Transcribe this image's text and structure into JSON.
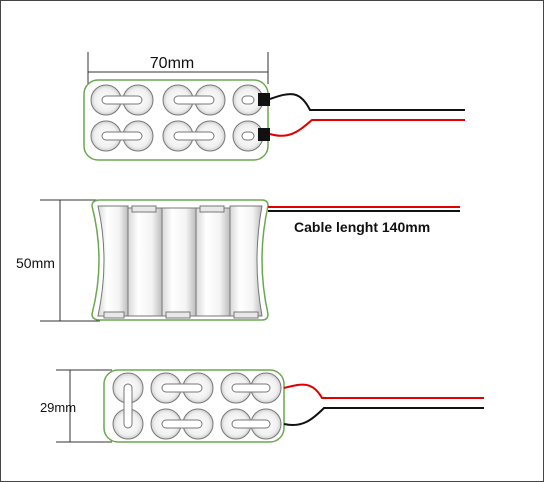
{
  "labels": {
    "width_dimension": "70mm",
    "height_dimension": "50mm",
    "depth_dimension": "29mm",
    "cable_length": "Cable lenght 140mm"
  },
  "colors": {
    "pack_outline": "#6aa84f",
    "cell_stroke": "#777777",
    "wire_red": "#e00000",
    "wire_black": "#111111",
    "dimension_line": "#333333"
  }
}
